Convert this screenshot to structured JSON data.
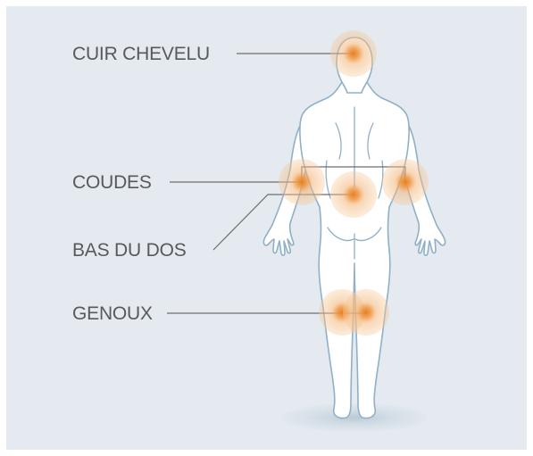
{
  "labels": {
    "scalp": "CUIR CHEVELU",
    "elbows": "COUDES",
    "lower_back": "BAS DU DOS",
    "knees": "GENOUX"
  },
  "colors": {
    "background": "#e4eaef",
    "body_fill": "#ffffff",
    "body_stroke": "#8fb0c8",
    "leader_line": "#6d6e71",
    "hotspot_outer": "#f5c48d",
    "hotspot_core": "#e8801f"
  }
}
